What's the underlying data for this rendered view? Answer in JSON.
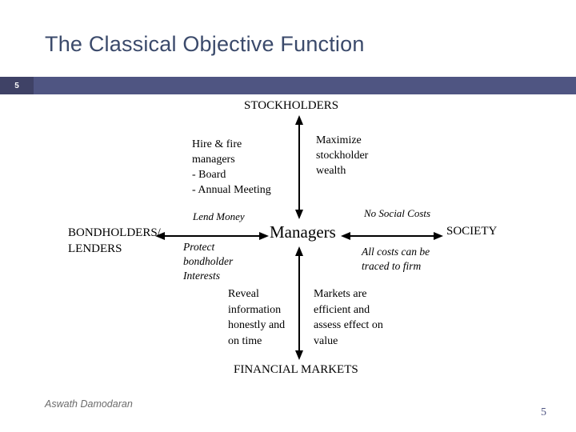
{
  "slide": {
    "title": "The Classical Objective Function",
    "badge_number": "5",
    "page_number": "5",
    "author": "Aswath Damodaran",
    "accent_color": "#4f5582",
    "badge_color": "#3f4266",
    "title_color": "#3b4a6b"
  },
  "diagram": {
    "type": "stakeholder-flow",
    "nodes": {
      "stockholders": "STOCKHOLDERS",
      "bondholders": "BONDHOLDERS/\nLENDERS",
      "bondholders_line1": "BONDHOLDERS/",
      "bondholders_line2": "LENDERS",
      "managers": "Managers",
      "society": "SOCIETY",
      "financial_markets": "FINANCIAL MARKETS"
    },
    "labels": {
      "hire_fire": "Hire & fire\nmanagers\n- Board\n- Annual Meeting",
      "hire_fire_lines": [
        "Hire & fire",
        "managers",
        "- Board",
        "- Annual Meeting"
      ],
      "maximize": "Maximize\nstockholder\nwealth",
      "maximize_lines": [
        "Maximize",
        "stockholder",
        "wealth"
      ],
      "lend_money": "Lend Money",
      "protect": "Protect\nbondholder\nInterests",
      "protect_lines": [
        "Protect",
        "bondholder",
        "Interests"
      ],
      "no_social_costs": "No Social Costs",
      "all_costs": "All costs can be\ntraced to firm",
      "all_costs_lines": [
        "All costs can be",
        "traced to firm"
      ],
      "reveal": "Reveal\ninformation\nhonestly and\non time",
      "reveal_lines": [
        "Reveal",
        "information",
        "honestly and",
        "on time"
      ],
      "markets": "Markets are\nefficient and\nassess effect on\nvalue",
      "markets_lines": [
        "Markets are",
        "efficient and",
        "assess effect on",
        "value"
      ]
    },
    "edges": [
      {
        "from": "stockholders",
        "to": "managers",
        "direction": "both",
        "orientation": "vertical"
      },
      {
        "from": "bondholders",
        "to": "managers",
        "direction": "both",
        "orientation": "horizontal"
      },
      {
        "from": "managers",
        "to": "society",
        "direction": "both",
        "orientation": "horizontal"
      },
      {
        "from": "managers",
        "to": "financial_markets",
        "direction": "both",
        "orientation": "vertical"
      }
    ]
  }
}
